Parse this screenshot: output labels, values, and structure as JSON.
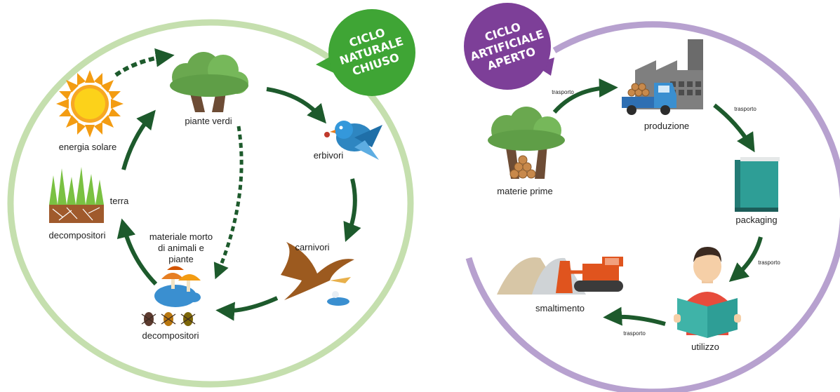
{
  "colors": {
    "natural_ring": "#c5dfae",
    "natural_badge": "#3fa535",
    "artificial_ring": "#b7a1cf",
    "artificial_badge": "#7d3f98",
    "arrow": "#1d5a2c"
  },
  "natural": {
    "badge_lines": [
      "CICLO",
      "NATURALE",
      "CHIUSO"
    ],
    "labels": {
      "solar": "energia solare",
      "plants": "piante verdi",
      "herbivores": "erbivori",
      "soil": "terra",
      "decomposers_top": "decompositori",
      "dead_matter": [
        "materiale morto",
        "di animali e",
        "piante"
      ],
      "carnivores": "carnivori",
      "decomposers_bottom": "decompositori"
    },
    "icons": [
      "sun-icon",
      "tree-icon",
      "bird-icon",
      "grass-soil-icon",
      "mushroom-turtle-icon",
      "eagle-icon",
      "beetle-icon"
    ]
  },
  "artificial": {
    "badge_lines": [
      "CICLO",
      "ARTIFICIALE",
      "APERTO"
    ],
    "labels": {
      "raw": "materie prime",
      "production": "produzione",
      "packaging": "packaging",
      "use": "utilizzo",
      "disposal": "smaltimento",
      "transport_1": "trasporto",
      "transport_2": "trasporto",
      "transport_3": "trasporto",
      "transport_4": "trasporto"
    },
    "icons": [
      "tree-logs-icon",
      "factory-truck-icon",
      "book-icon",
      "reader-icon",
      "bulldozer-icon"
    ]
  }
}
